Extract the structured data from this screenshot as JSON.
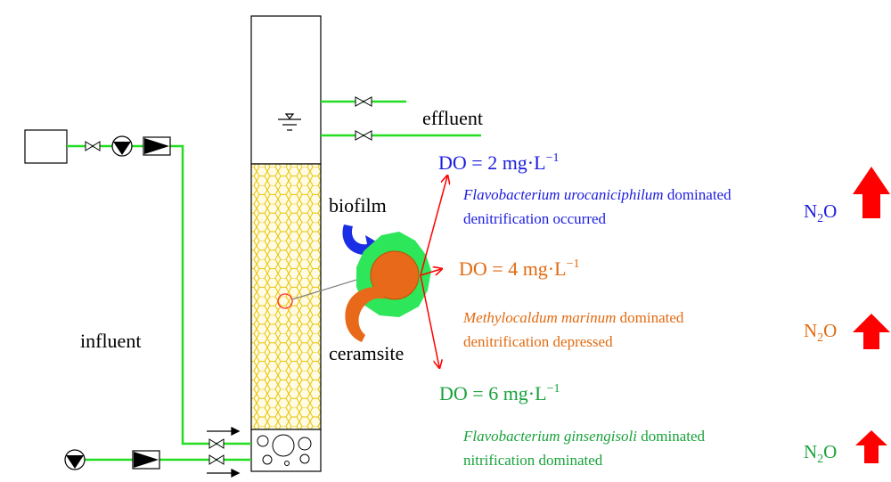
{
  "labels": {
    "effluent": "effluent",
    "influent": "influent",
    "biofilm": "biofilm",
    "ceramsite": "ceramsite"
  },
  "do_levels": [
    {
      "prefix": "DO = ",
      "value": "2",
      "unit": " mg·L",
      "exponent": "−1",
      "color": "#1c1ce0",
      "species": "Flavobacterium urocaniciphilum",
      "species_suffix": " dominated",
      "line2": "denitrification occurred",
      "n2o_base": "N",
      "n2o_sub": "2",
      "n2o_tail": "O",
      "arrow_level": "large"
    },
    {
      "prefix": "DO = ",
      "value": "4",
      "unit": " mg·L",
      "exponent": "−1",
      "color": "#e26a10",
      "species": "Methylocaldum marinum",
      "species_suffix": " dominated",
      "line2": "denitrification depressed",
      "n2o_base": "N",
      "n2o_sub": "2",
      "n2o_tail": "O",
      "arrow_level": "medium"
    },
    {
      "prefix": "DO = ",
      "value": "6",
      "unit": " mg·L",
      "exponent": "−1",
      "color": "#19a23c",
      "species": "Flavobacterium ginsengisoli",
      "species_suffix": " dominated",
      "line2": "nitrification dominated",
      "n2o_base": "N",
      "n2o_sub": "2",
      "n2o_tail": "O",
      "arrow_level": "small"
    }
  ],
  "colors": {
    "pipe": "#22dd22",
    "honeycomb": "#e8c400",
    "honeycomb_bg": "#fffbe4",
    "biofilm": "#2ee65a",
    "ceramsite": "#e8691a",
    "arrow_red": "#ff0000",
    "biofilm_arrow": "#1a2ee6"
  }
}
